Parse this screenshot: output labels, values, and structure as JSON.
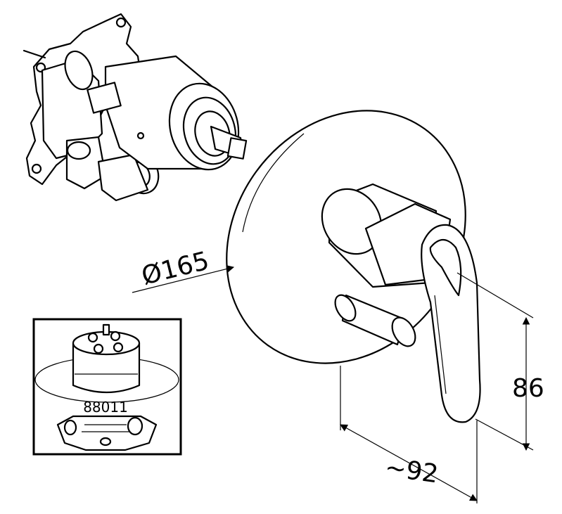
{
  "dimensions": {
    "diameter": "Ø165",
    "height": "86",
    "depth": "~92"
  },
  "inset": {
    "part_number": "88011"
  },
  "colors": {
    "line": "#000000",
    "background": "#ffffff"
  }
}
